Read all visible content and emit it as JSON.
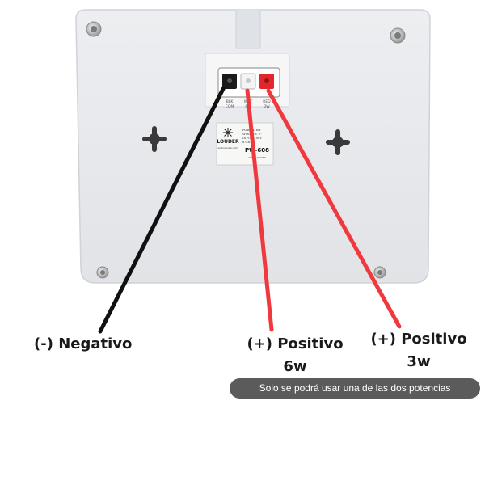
{
  "callouts": {
    "negative": "(-) Negativo",
    "positive_6w_line1": "(+) Positivo",
    "positive_6w_line2": "6w",
    "positive_3w_line1": "(+) Positivo",
    "positive_3w_line2": "3w"
  },
  "note": "Solo se podrá usar una de las dos potencias",
  "product_label": {
    "brand_logo": "LOUDER",
    "website": "audiolouder.com",
    "model": "PW-608",
    "spec_line1": "POWER: 6W",
    "spec_line2": "WOOFER: 5\"",
    "spec_line3": "INPUT: 100V",
    "spec_line4": "8 OHM",
    "made_in": "CHINA POWER"
  },
  "terminal_labels": {
    "black": "BLK",
    "white": "WHT",
    "red": "RED",
    "black_sub": "COM",
    "white_sub": "6W",
    "red_sub": "3W"
  },
  "colors": {
    "background": "#ffffff",
    "cabinet": "#e8e9ec",
    "negative_wire": "#111111",
    "positive_wire": "#f0393e",
    "note_pill": "#5b5b5b",
    "terminal_black": "#1b1b1b",
    "terminal_white": "#f4f4f4",
    "terminal_red": "#e2262b"
  }
}
